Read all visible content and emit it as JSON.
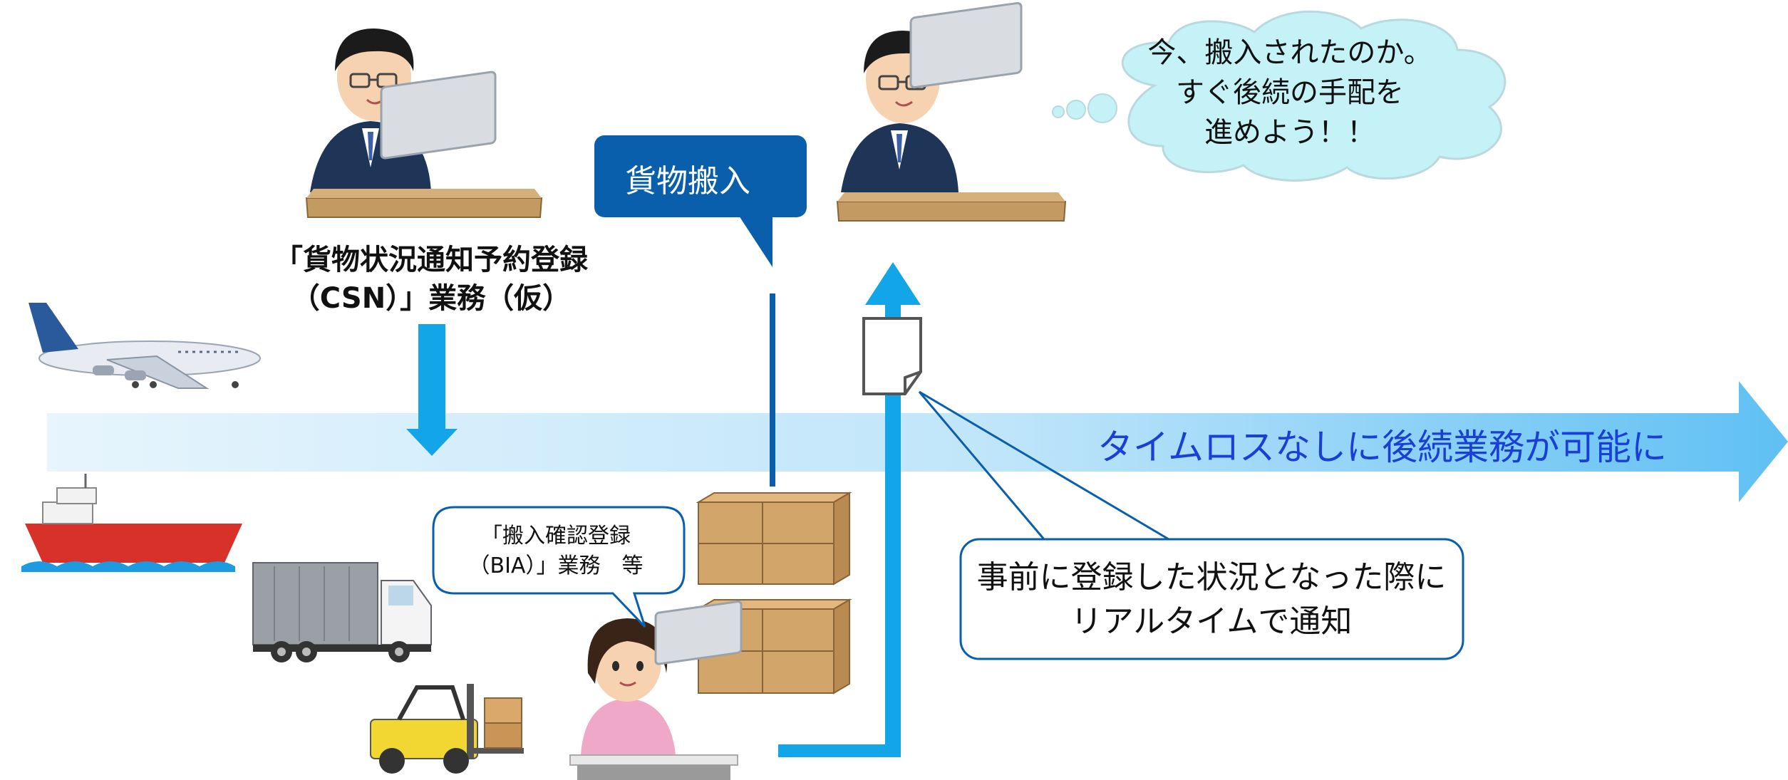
{
  "csn_label": {
    "line1": "「貨物状況通知予約登録",
    "line2": "（CSN）」業務（仮）"
  },
  "cargo_in_label": "貨物搬入",
  "thought_bubble": {
    "line1": "今、搬入されたのか。",
    "line2": "すぐ後続の手配を",
    "line3": "進めよう！！"
  },
  "bia_bubble": {
    "line1": "「搬入確認登録",
    "line2": "（BIA）」業務　等"
  },
  "banner_text": "タイムロスなしに後続業務が可能に",
  "notify_box": {
    "line1": "事前に登録した状況となった際に",
    "line2": "リアルタイムで通知"
  },
  "colors": {
    "arrow_blue": "#12a6e8",
    "banner_light": "#dff1fc",
    "banner_dark": "#6cc6f4",
    "callout_navy": "#0a5fad",
    "text_blue": "#1a3fd6"
  }
}
